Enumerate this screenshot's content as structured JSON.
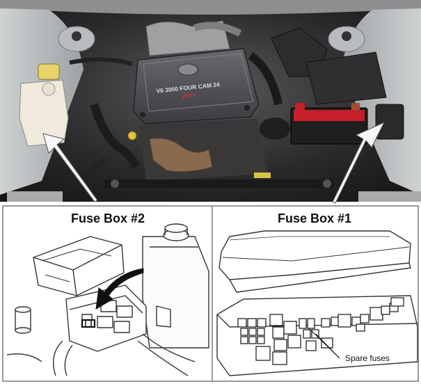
{
  "panels": {
    "left_title": "Fuse Box #2",
    "right_title": "Fuse Box #1",
    "spare_label": "Spare fuses"
  },
  "engine_badge": {
    "line1": "V6 3000 FOUR CAM 24",
    "line2": "VVT-i"
  },
  "colors": {
    "sketch_line": "#333333",
    "panel_border": "#9a9a9a",
    "battery_red": "#c61f2a",
    "engine_cover": "#4a4a4d",
    "arrow_fill": "#f4f6f8"
  },
  "icons": {
    "pointer": "arrow-icon",
    "fuse_box": "fuse-box-icon"
  }
}
